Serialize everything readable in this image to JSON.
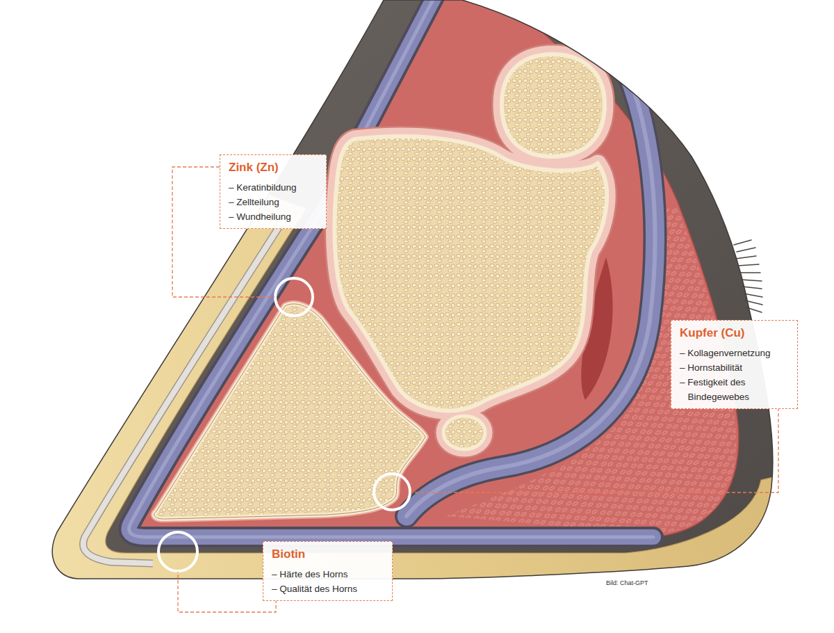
{
  "diagram": {
    "nodes": [
      {
        "text": [
          "Zink (Zn)",
          "– Keratinbildung",
          "– Zellteilung",
          "– Wundheilung"
        ]
      },
      {
        "text": [
          "Kupfer (Cu)",
          "– Kollagenvernetzung",
          "– Hornstabilität",
          "– Festigkeit des Bindegewebes"
        ]
      },
      {
        "text": [
          "Biotin",
          "– Härte des Horns",
          "– Qualität des Horns"
        ]
      }
    ],
    "labels": [
      "Bild: Chat-GPT"
    ]
  }
}
